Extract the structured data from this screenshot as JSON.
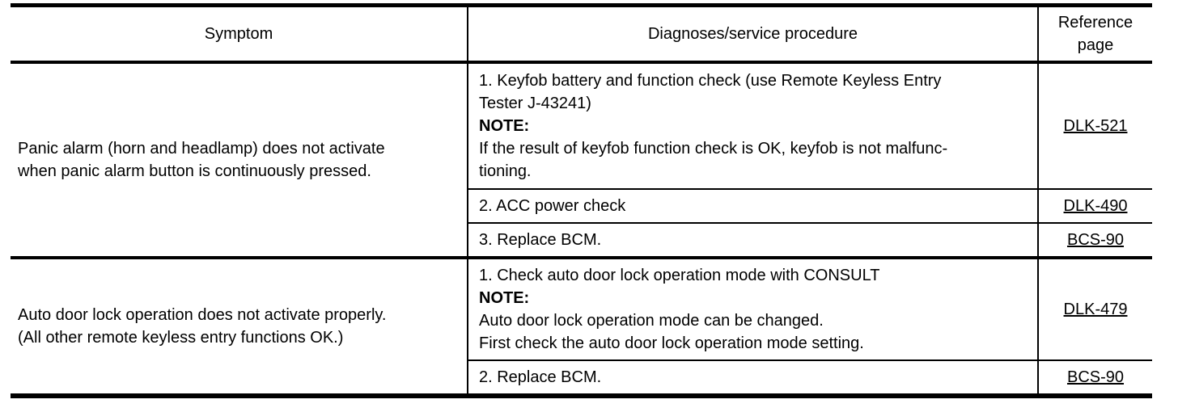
{
  "colors": {
    "text": "#000000",
    "border": "#000000",
    "background": "#ffffff"
  },
  "table": {
    "columns": [
      "Symptom",
      "Diagnoses/service procedure",
      "Reference page"
    ],
    "groups": [
      {
        "symptom_lines": [
          "Panic alarm (horn and headlamp) does not activate",
          "when panic alarm button is continuously pressed."
        ],
        "steps": [
          {
            "lines": [
              "1. Keyfob battery and function check (use Remote Keyless Entry",
              "Tester J-43241)"
            ],
            "note_label": "NOTE:",
            "note_lines": [
              "If the result of keyfob function check is OK, keyfob is not malfunc-",
              "tioning."
            ],
            "reference": "DLK-521"
          },
          {
            "lines": [
              "2. ACC power check"
            ],
            "reference": "DLK-490"
          },
          {
            "lines": [
              "3. Replace BCM."
            ],
            "reference": "BCS-90"
          }
        ]
      },
      {
        "symptom_lines": [
          "Auto door lock operation does not activate properly.",
          "(All other remote keyless entry functions OK.)"
        ],
        "steps": [
          {
            "lines": [
              "1. Check auto door lock operation mode with CONSULT"
            ],
            "note_label": "NOTE:",
            "note_lines": [
              "Auto door lock operation mode can be changed.",
              "First check the auto door lock operation mode setting."
            ],
            "reference": "DLK-479"
          },
          {
            "lines": [
              "2. Replace BCM."
            ],
            "reference": "BCS-90"
          }
        ]
      }
    ]
  }
}
